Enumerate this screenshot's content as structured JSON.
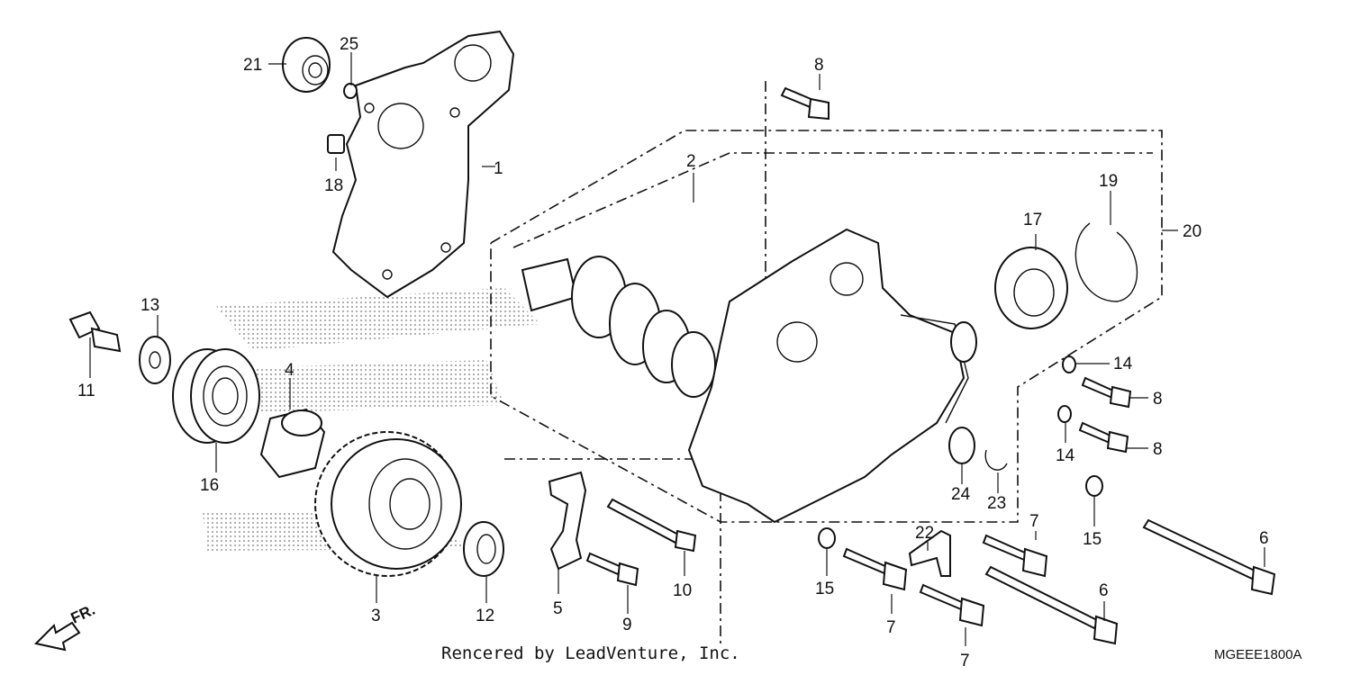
{
  "callouts": {
    "c1": "1",
    "c2": "2",
    "c3": "3",
    "c4": "4",
    "c5": "5",
    "c6a": "6",
    "c6b": "6",
    "c7a": "7",
    "c7b": "7",
    "c7c": "7",
    "c8a": "8",
    "c8b": "8",
    "c8c": "8",
    "c9": "9",
    "c10": "10",
    "c11": "11",
    "c12": "12",
    "c13": "13",
    "c14a": "14",
    "c14b": "14",
    "c15a": "15",
    "c15b": "15",
    "c16": "16",
    "c17": "17",
    "c18": "18",
    "c19": "19",
    "c20": "20",
    "c21": "21",
    "c22": "22",
    "c23": "23",
    "c24": "24",
    "c25": "25"
  },
  "footer": {
    "credit": "Rencered by LeadVenture, Inc.",
    "diagram_code": "MGEEE1800A",
    "direction_label": "FR."
  },
  "colors": {
    "ink": "#111111",
    "background": "#ffffff",
    "watermark": "#9a9a9a"
  }
}
